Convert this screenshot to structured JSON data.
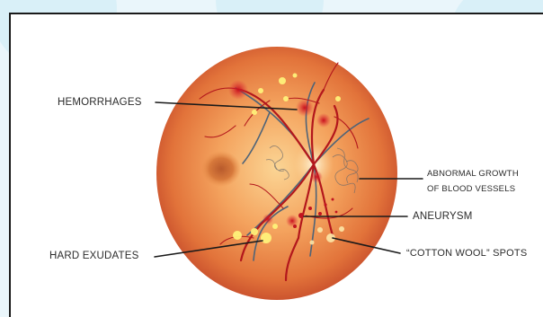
{
  "labels": {
    "hemorrhages": "HEMORRHAGES",
    "abnormal_line1": "ABNORMAL GROWTH",
    "abnormal_line2": "OF BLOOD VESSELS",
    "aneurysm": "ANEURYSM",
    "hard_exudates": "HARD EXUDATES",
    "cotton_wool": "“COTTON WOOL” SPOTS"
  },
  "colors": {
    "fundus_center": "#f8c07a",
    "fundus_mid": "#ee8a47",
    "fundus_edge": "#c9502a",
    "vessel": "#b3191c",
    "vein": "#4a5d73",
    "exudate": "#fff27a",
    "hemorrhage": "#d81e27",
    "background_blobs": "#cfeaf4"
  }
}
